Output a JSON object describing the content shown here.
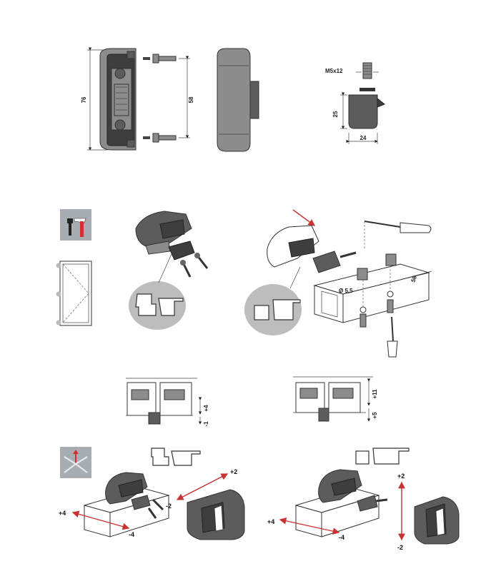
{
  "dimensions": {
    "height_total": "76",
    "hole_spacing": "58",
    "screw": "M5x12",
    "cap_height": "25",
    "cap_width": "24",
    "drill_diameter": "Ø 5,5",
    "drill_distance": "58"
  },
  "adjust_left": {
    "vertical_plus": "+4",
    "vertical_minus": "-1",
    "horizontal_plus": "+4",
    "horizontal_minus": "-4",
    "depth_plus": "+2",
    "depth_minus": "-2"
  },
  "adjust_right": {
    "vertical_plus": "+11",
    "vertical_minus": "+5",
    "horizontal_plus": "+4",
    "horizontal_minus": "-4",
    "depth_plus": "+2",
    "depth_minus": "-2"
  },
  "colors": {
    "arrow_red": "#c83232",
    "part_gray": "#5c5c5c",
    "panel_gray": "#bdbdbd",
    "icon_bg": "#a7adb3"
  }
}
